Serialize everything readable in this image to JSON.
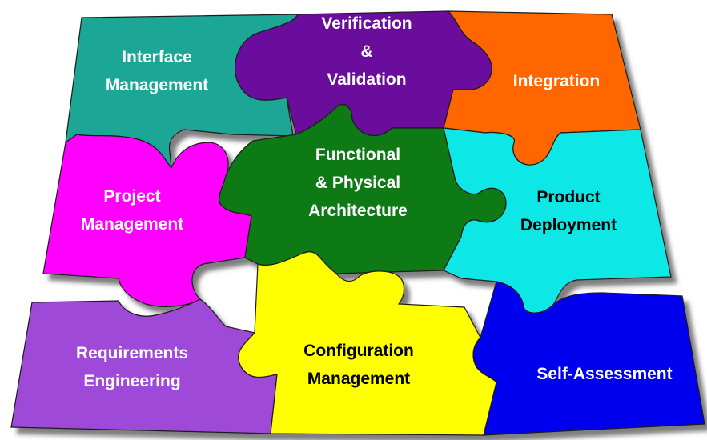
{
  "pieces": {
    "interface": {
      "lines": [
        "Interface",
        "Management"
      ],
      "color": "#1aa696",
      "text_color": "#ffffff"
    },
    "verification": {
      "lines": [
        "Verification",
        "&",
        "Validation"
      ],
      "color": "#6a0d9c",
      "text_color": "#ffffff"
    },
    "integration": {
      "lines": [
        "Integration"
      ],
      "color": "#ff6600",
      "text_color": "#ffffff"
    },
    "project": {
      "lines": [
        "Project",
        "Management"
      ],
      "color": "#ff00ff",
      "text_color": "#ffffff"
    },
    "functional": {
      "lines": [
        "Functional",
        "& Physical",
        "Architecture"
      ],
      "color": "#0d7a12",
      "text_color": "#ffffff"
    },
    "deployment": {
      "lines": [
        "Product",
        "Deployment"
      ],
      "color": "#11e8e6",
      "text_color": "#000000"
    },
    "requirements": {
      "lines": [
        "Requirements",
        "Engineering"
      ],
      "color": "#9e4ad8",
      "text_color": "#ffffff"
    },
    "configuration": {
      "lines": [
        "Configuration",
        "Management"
      ],
      "color": "#ffff00",
      "text_color": "#000000"
    },
    "selfassessment": {
      "lines": [
        "Self-Assessment"
      ],
      "color": "#0000ee",
      "text_color": "#ffffff"
    }
  }
}
